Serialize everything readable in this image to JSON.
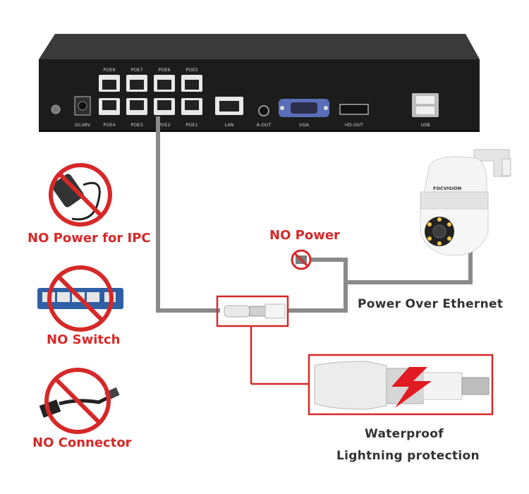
{
  "nvr": {
    "poe_top": [
      "POE8",
      "POE7",
      "POE6",
      "POE5"
    ],
    "poe_bottom": [
      "POE4",
      "POE3",
      "POE2",
      "POE1"
    ],
    "dc": "DC48V",
    "lan": "LAN",
    "aout": "A-OUT",
    "vga": "VGA",
    "hdout": "HD-OUT",
    "usb": "USB"
  },
  "camera": {
    "brand": "FOCVISION"
  },
  "labels": {
    "no_power_ipc": "NO Power for IPC",
    "no_switch": "NO Switch",
    "no_connector": "NO Connector",
    "no_power": "NO Power",
    "poe": "Power Over Ethernet",
    "waterproof": "Waterproof",
    "lightning": "Lightning protection"
  },
  "colors": {
    "accent_red": "#d62828",
    "cable_gray": "#8a8a8a",
    "nvr_body": "#1c1c1c"
  }
}
